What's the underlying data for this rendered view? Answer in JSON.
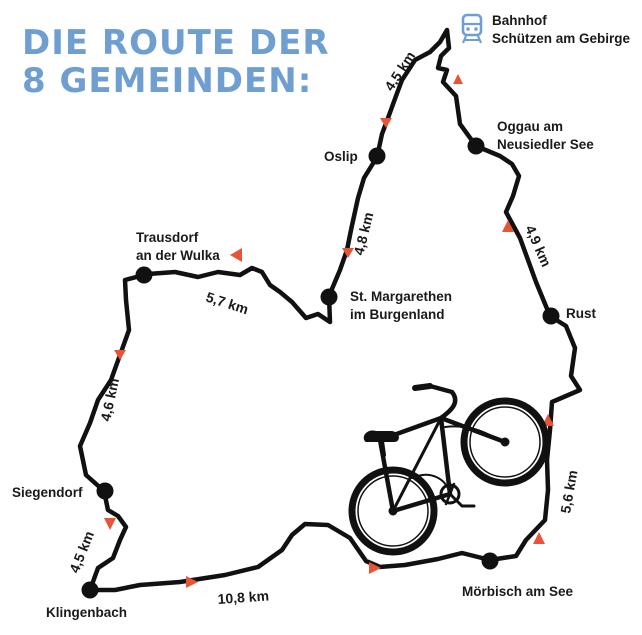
{
  "title": {
    "line1": "DIE ROUTE DER",
    "line2": "8 GEMEINDEN:"
  },
  "colors": {
    "title": "#6f9fd1",
    "route": "#111111",
    "arrow": "#e8543a",
    "train_icon": "#6f9fd1",
    "text": "#1a1a1a"
  },
  "start_icon": "train-icon",
  "decoration": "bicycle-icon",
  "places": {
    "bahnhof": "Bahnhof",
    "schuetzen": "Schützen am Gebirge",
    "oggau_1": "Oggau am",
    "oggau_2": "Neusiedler See",
    "oslip": "Oslip",
    "st_margarethen_1": "St. Margarethen",
    "st_margarethen_2": "im Burgenland",
    "trausdorf_1": "Trausdorf",
    "trausdorf_2": "an der Wulka",
    "rust": "Rust",
    "siegendorf": "Siegendorf",
    "klingenbach": "Klingenbach",
    "moerbisch": "Mörbisch am See"
  },
  "distances": {
    "schuetzen_oslip": "4,5 km",
    "oslip_st_margarethen": "4,8 km",
    "st_margarethen_trausdorf": "5,7 km",
    "trausdorf_siegendorf": "4,6 km",
    "siegendorf_klingenbach": "4,5 km",
    "klingenbach_moerbisch": "10,8 km",
    "moerbisch_rust": "5,6 km",
    "rust_oggau": "4,9 km"
  }
}
